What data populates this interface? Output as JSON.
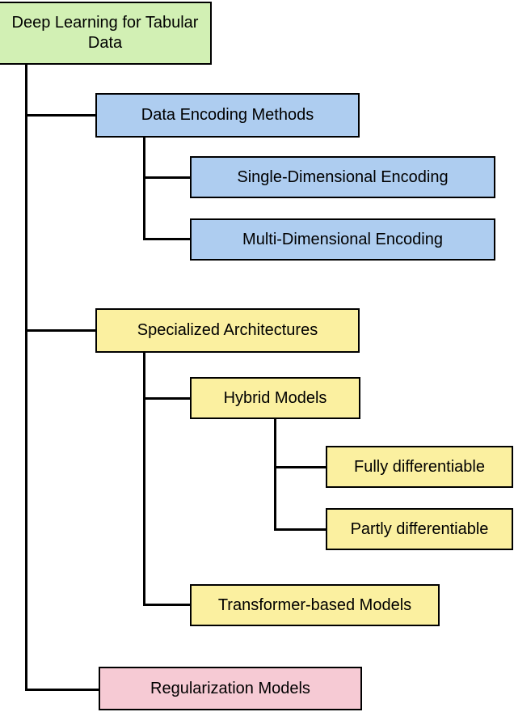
{
  "diagram": {
    "title": "Deep Learning for Tabular Data taxonomy",
    "type": "tree",
    "colors": {
      "root_fill": "#d2f0b4",
      "encoding_fill": "#aecdf0",
      "architecture_fill": "#fbf0a0",
      "regularization_fill": "#f6cad4",
      "border": "#000000",
      "background": "#ffffff",
      "text": "#000000"
    },
    "nodes": {
      "root": {
        "label": "Deep Learning for Tabular Data"
      },
      "data_encoding_methods": {
        "label": "Data Encoding Methods"
      },
      "single_dimensional_encoding": {
        "label": "Single-Dimensional Encoding"
      },
      "multi_dimensional_encoding": {
        "label": "Multi-Dimensional Encoding"
      },
      "specialized_architectures": {
        "label": "Specialized Architectures"
      },
      "hybrid_models": {
        "label": "Hybrid Models"
      },
      "fully_differentiable": {
        "label": "Fully differentiable"
      },
      "partly_differentiable": {
        "label": "Partly differentiable"
      },
      "transformer_based_models": {
        "label": "Transformer-based Models"
      },
      "regularization_models": {
        "label": "Regularization Models"
      }
    }
  }
}
